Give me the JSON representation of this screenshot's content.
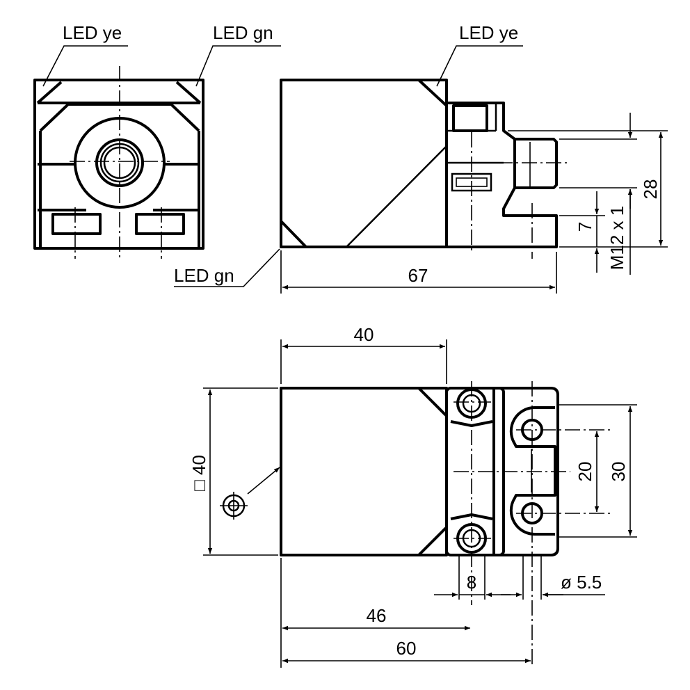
{
  "labels": {
    "front_led_ye": "LED ye",
    "front_led_gn": "LED gn",
    "side_led_ye": "LED ye",
    "side_led_gn": "LED gn"
  },
  "dimensions": {
    "length_67": "67",
    "height_28": "28",
    "offset_7": "7",
    "thread": "M12 x 1",
    "width_40": "40",
    "square_40": "□ 40",
    "spacing_20": "20",
    "spacing_30": "30",
    "width_8": "8",
    "hole_dia": "ø 5.5",
    "length_46": "46",
    "length_60": "60"
  }
}
